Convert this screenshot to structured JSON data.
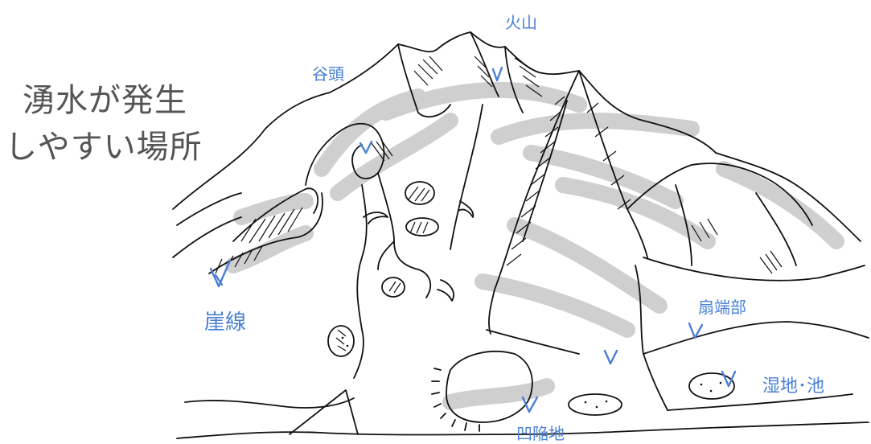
{
  "title": [
    "湧水が発生",
    "しやすい場所"
  ],
  "labels": {
    "volcano": "火山",
    "valley_head": "谷頭",
    "cliff_line": "崖線",
    "fan_end": "扇端部",
    "wetland_pond": "湿地･池",
    "depression": "凹陥地"
  },
  "colors": {
    "label": "#4a7fd6",
    "sketch": "#111111",
    "shading": "#c4c4c4",
    "title": "#555555"
  },
  "icons": [
    "check-mark-icon"
  ]
}
